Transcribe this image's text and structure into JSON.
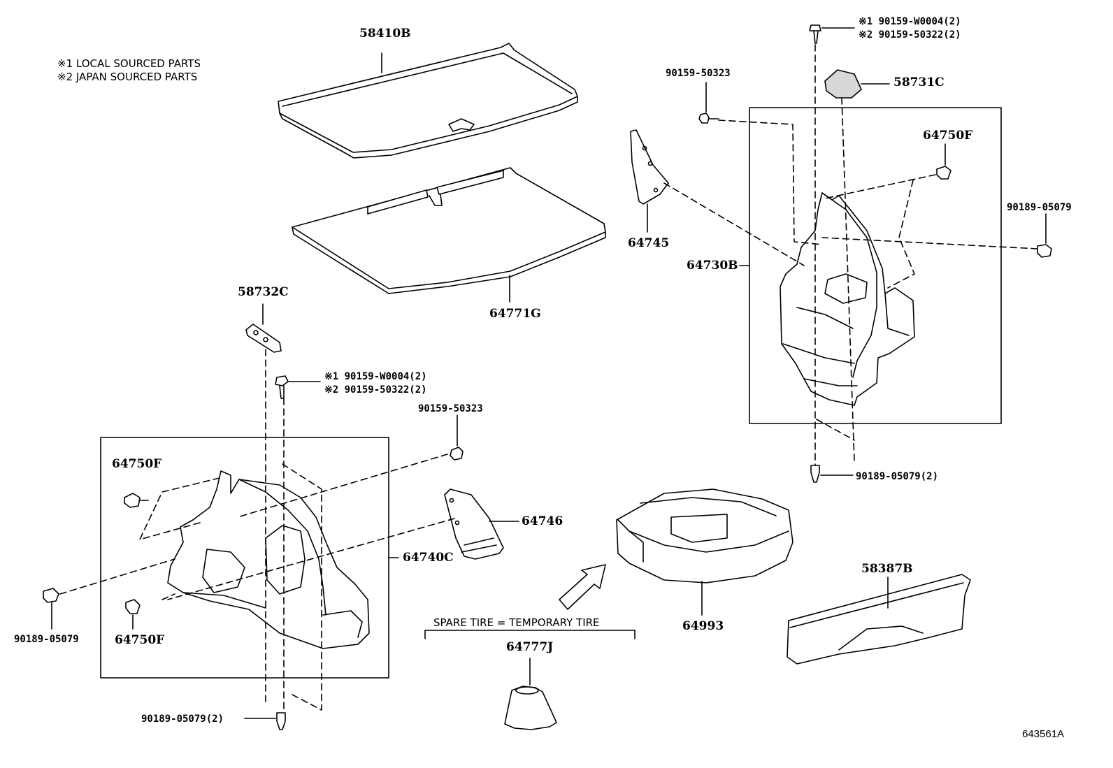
{
  "legend": {
    "line1": "※1 LOCAL SOURCED PARTS",
    "line2": "※2 JAPAN SOURCED PARTS"
  },
  "figure_id": "643561A",
  "spare_tire_note": "SPARE TIRE = TEMPORARY TIRE",
  "parts": {
    "p58410B": "58410B",
    "p64771G": "64771G",
    "p58732C": "58732C",
    "p64745": "64745",
    "p64730B": "64730B",
    "p58731C": "58731C",
    "p64750F_right": "64750F",
    "p90189_05079_right": "90189-05079",
    "p90159_50323_top": "90159-50323",
    "p90189_05079_2_right": "90189-05079(2)",
    "p64750F_left_top": "64750F",
    "p64750F_left_bottom": "64750F",
    "p64740C": "64740C",
    "p90189_05079_left": "90189-05079",
    "p90189_05079_2_left": "90189-05079(2)",
    "p90159_50323_mid": "90159-50323",
    "p64746": "64746",
    "p64993": "64993",
    "p64777J": "64777J",
    "p58387B": "58387B"
  },
  "bolt_notes": {
    "top_right_1": "※1 90159-W0004(2)",
    "top_right_2": "※2 90159-50322(2)",
    "mid_left_1": "※1 90159-W0004(2)",
    "mid_left_2": "※2 90159-50322(2)"
  },
  "colors": {
    "line": "#000000",
    "fill": "#ffffff",
    "shade": "#d8d8d8"
  }
}
